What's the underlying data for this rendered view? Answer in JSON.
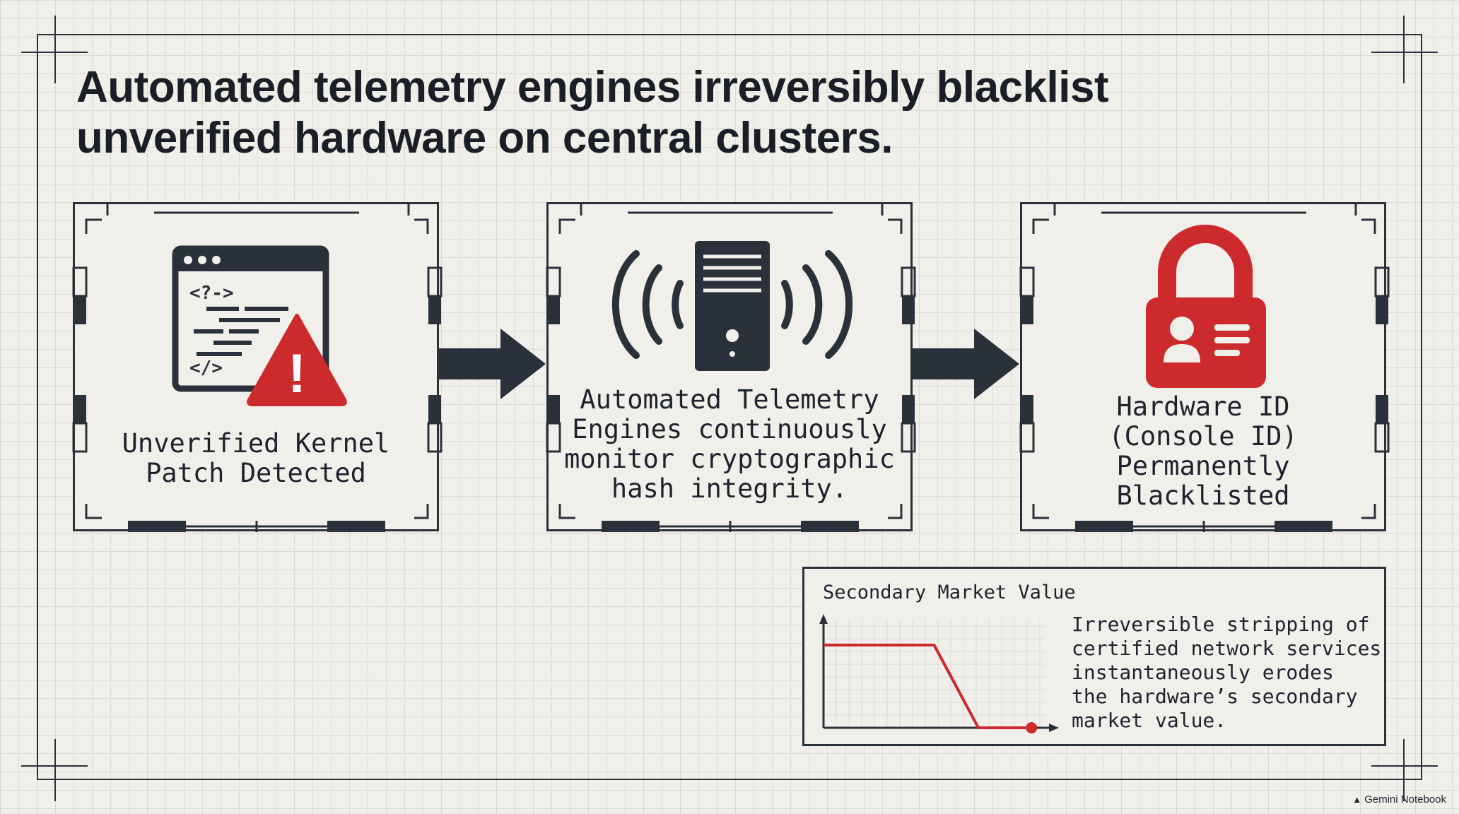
{
  "title": {
    "line1": "Automated telemetry engines irreversibly blacklist",
    "line2": "unverified hardware on central clusters."
  },
  "steps": [
    {
      "lines": [
        "Unverified Kernel",
        "Patch Detected"
      ],
      "icon": "code-window-warning-icon"
    },
    {
      "lines": [
        "Automated Telemetry",
        "Engines continuously",
        "monitor cryptographic",
        "hash integrity."
      ],
      "icon": "server-broadcast-icon"
    },
    {
      "lines": [
        "Hardware ID",
        "(Console ID)",
        "Permanently",
        "Blacklisted"
      ],
      "icon": "padlock-id-card-icon"
    }
  ],
  "icon_text": {
    "code_top": "<?->",
    "code_bottom": "</>",
    "warning": "!"
  },
  "chart": {
    "title": "Secondary Market Value",
    "description": [
      "Irreversible stripping of",
      "certified network services",
      "instantaneously erodes",
      "the hardware’s secondary",
      "market value."
    ]
  },
  "chart_data": {
    "type": "line",
    "title": "Secondary Market Value",
    "xlabel": "",
    "ylabel": "",
    "grid": true,
    "series": [
      {
        "color": "#cc2a2d",
        "x": [
          0,
          0.5,
          0.7,
          0.94
        ],
        "y": [
          0.85,
          0.85,
          0.0,
          0.0
        ]
      }
    ]
  },
  "watermark": "Gemini Notebook",
  "colors": {
    "ink": "#2b313b",
    "accent_red": "#cc2a2d",
    "background": "#f1efea",
    "grid": "#dcdad5"
  }
}
